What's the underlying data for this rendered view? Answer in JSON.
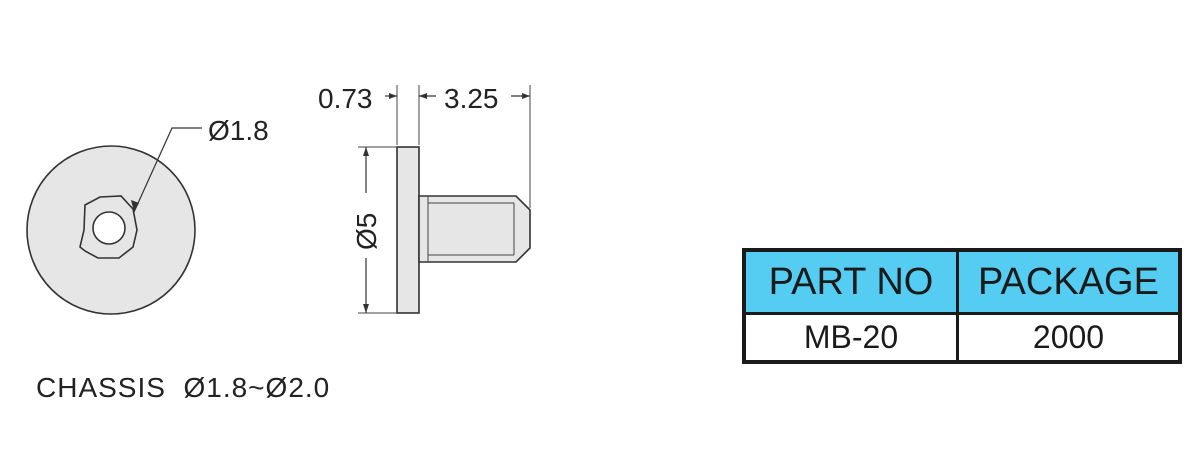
{
  "drawing": {
    "front_view": {
      "diameter_label": "Ø1.8"
    },
    "side_view": {
      "head_thickness_label": "0.73",
      "shank_length_label": "3.25",
      "head_diameter_label": "Ø5"
    },
    "note": "CHASSIS  Ø1.8~Ø2.0"
  },
  "table": {
    "headers": [
      "PART NO",
      "PACKAGE"
    ],
    "rows": [
      [
        "MB-20",
        "2000"
      ]
    ],
    "header_color": "#55cdf2"
  }
}
